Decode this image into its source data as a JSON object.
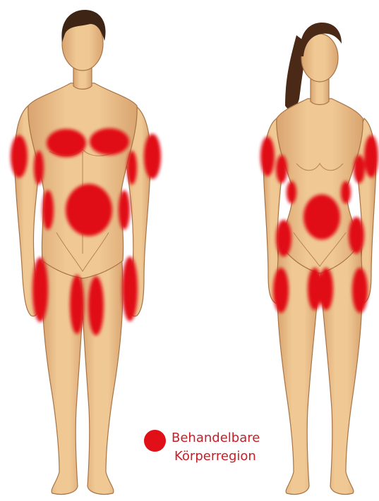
{
  "colors": {
    "skin": "#e8bd8a",
    "skin_shadow": "#c9935c",
    "skin_outline": "#a87446",
    "hair_male": "#3d2415",
    "hair_female": "#4a2a17",
    "region_red": "#e10f17",
    "legend_text": "#c52028"
  },
  "figures": [
    {
      "id": "male",
      "regions": [
        "upper-arms",
        "chest",
        "forearms",
        "abdomen",
        "flanks",
        "outer-thighs",
        "inner-thighs"
      ]
    },
    {
      "id": "female",
      "regions": [
        "upper-arms",
        "forearms",
        "flanks",
        "abdomen",
        "hips",
        "outer-thighs",
        "inner-thighs"
      ]
    }
  ],
  "legend": {
    "marker_color": "#e10f17",
    "line1": "Behandelbare",
    "line2": "Körperregion"
  }
}
